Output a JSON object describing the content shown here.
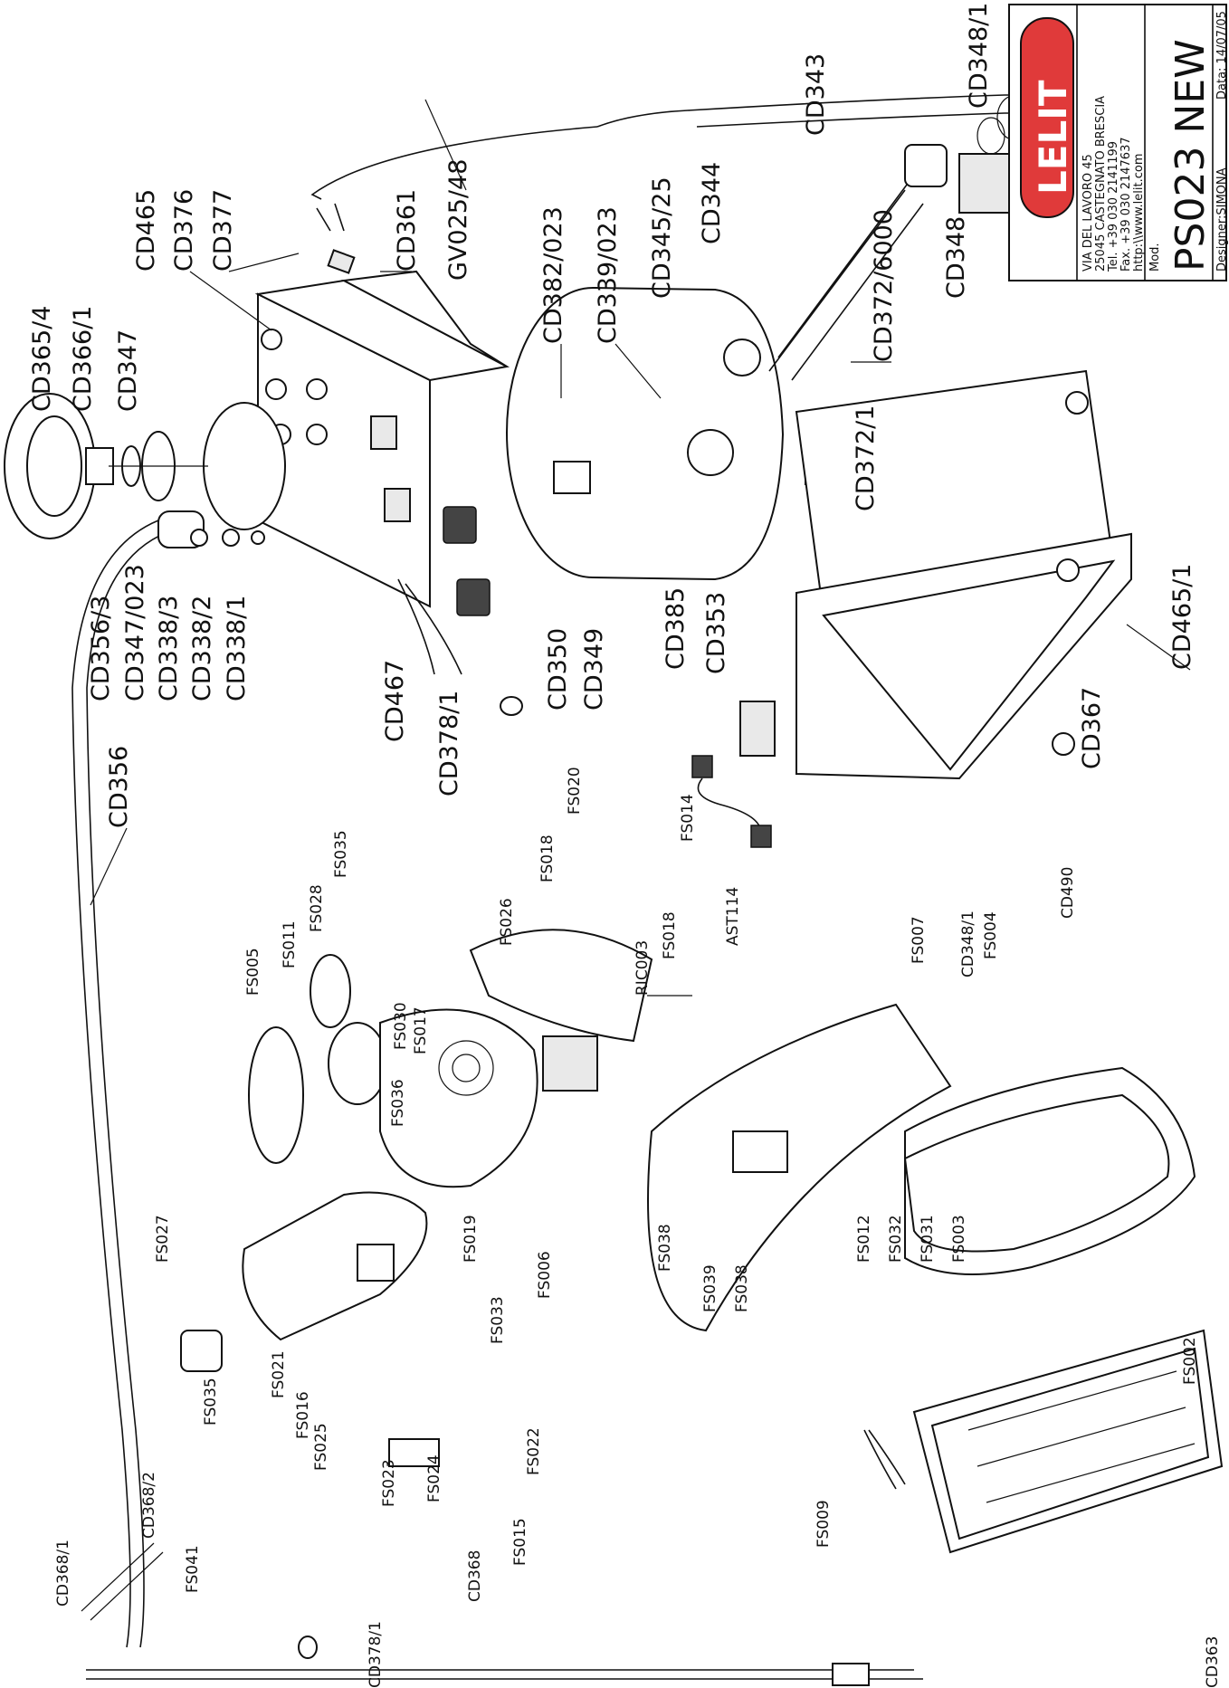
{
  "title_block": {
    "brand": "LELIT",
    "address": "VIA DEL LAVORO 45",
    "city": "25045 CASTEGNATO BRESCIA",
    "tel": "Tel. +39 030 2141199",
    "fax": "Fax. +39 030 2147637",
    "web": "http:\\\\www.lelit.com",
    "mod_label": "Mod.",
    "model": "PS023 NEW",
    "designer": "Designer:SIMONA",
    "date": "Data: 14/07/05",
    "brand_color": "#e03a3a"
  },
  "labels": [
    "CD365/4",
    "CD366/1",
    "CD347",
    "CD465",
    "CD376",
    "CD377",
    "CD361",
    "GV025/48",
    "CD382/023",
    "CD339/023",
    "CD345/25",
    "CD344",
    "CD343",
    "CD348/1",
    "CD348",
    "CD372/6000",
    "CD372/1",
    "CD465/1",
    "CD367",
    "CD385",
    "CD353",
    "CD350",
    "CD349",
    "CD467",
    "CD378/1",
    "CD356/3",
    "CD347/023",
    "CD338/3",
    "CD338/2",
    "CD338/1",
    "CD356",
    "FS020",
    "FS014",
    "FS018",
    "FS026",
    "RIC003",
    "FS018",
    "AST114",
    "FS007",
    "FS005",
    "FS011",
    "FS028",
    "FS035",
    "FS030",
    "FS017",
    "FS036",
    "FS019",
    "FS006",
    "FS038",
    "FS039",
    "FS038",
    "FS012",
    "FS032",
    "FS031",
    "FS003",
    "CD348/1",
    "FS004",
    "CD490",
    "FS002",
    "FS027",
    "FS035",
    "FS021",
    "FS016",
    "FS025",
    "FS033",
    "FS023",
    "FS024",
    "FS022",
    "FS015",
    "CD368/1",
    "CD368/2",
    "FS041",
    "CD378/1",
    "CD368",
    "FS009",
    "CD363"
  ]
}
